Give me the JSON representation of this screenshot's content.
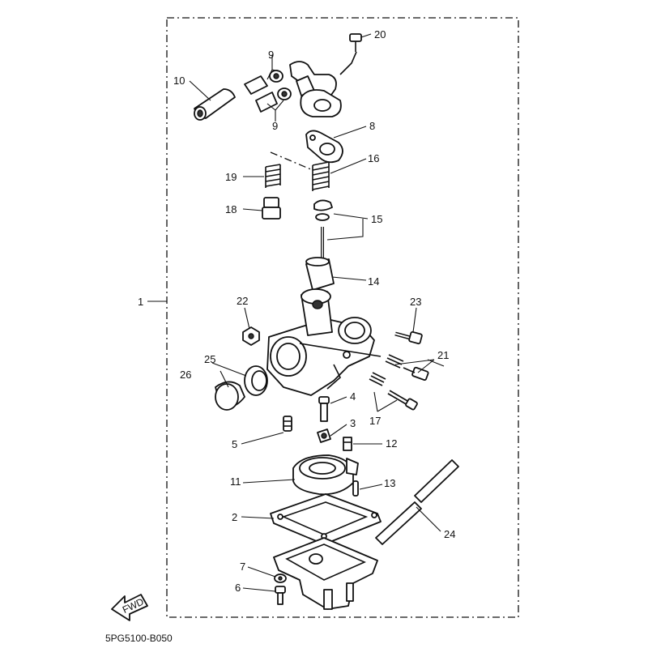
{
  "diagram_code": "5PG5100-B050",
  "fwd_label": "FWD",
  "callouts": {
    "c1": "1",
    "c2": "2",
    "c3": "3",
    "c4": "4",
    "c5": "5",
    "c6": "6",
    "c7": "7",
    "c8": "8",
    "c9a": "9",
    "c9b": "9",
    "c10": "10",
    "c11": "11",
    "c12": "12",
    "c13": "13",
    "c14": "14",
    "c15": "15",
    "c16": "16",
    "c17": "17",
    "c18": "18",
    "c19": "19",
    "c20": "20",
    "c21": "21",
    "c22": "22",
    "c23": "23",
    "c24": "24",
    "c25": "25",
    "c26": "26"
  },
  "colors": {
    "ink": "#111111",
    "paper": "#ffffff"
  }
}
